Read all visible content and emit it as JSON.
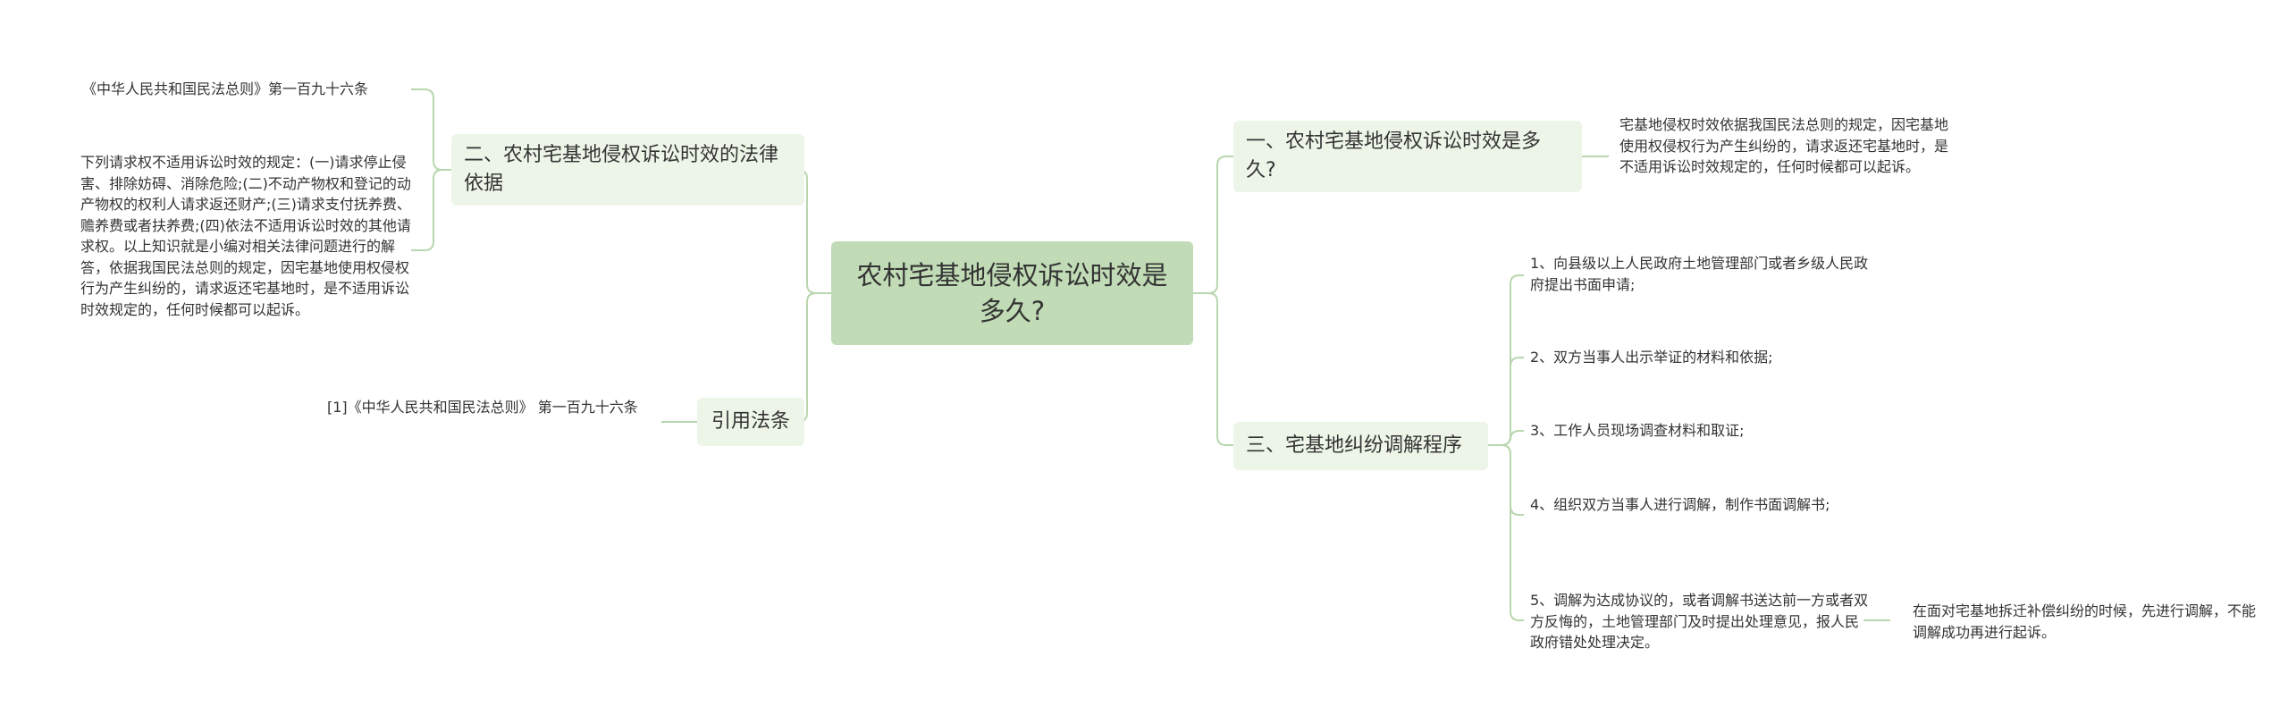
{
  "root": {
    "title": "农村宅基地侵权诉讼时效是多久?"
  },
  "branches": {
    "b1": {
      "label": "一、农村宅基地侵权诉讼时效是多久?"
    },
    "b2": {
      "label": "二、农村宅基地侵权诉讼时效的法律依据"
    },
    "b3": {
      "label": "三、宅基地纠纷调解程序"
    },
    "b4": {
      "label": "引用法条"
    }
  },
  "leaves": {
    "b1_text": "宅基地侵权时效依据我国民法总则的规定，因宅基地使用权侵权行为产生纠纷的，请求返还宅基地时，是不适用诉讼时效规定的，任何时候都可以起诉。",
    "b2_law": "《中华人民共和国民法总则》第一百九十六条",
    "b2_text": "下列请求权不适用诉讼时效的规定：(一)请求停止侵害、排除妨碍、消除危险;(二)不动产物权和登记的动产物权的权利人请求返还财产;(三)请求支付抚养费、赡养费或者扶养费;(四)依法不适用诉讼时效的其他请求权。以上知识就是小编对相关法律问题进行的解答，依据我国民法总则的规定，因宅基地使用权侵权行为产生纠纷的，请求返还宅基地时，是不适用诉讼时效规定的，任何时候都可以起诉。",
    "b4_ref": "[1]《中华人民共和国民法总则》 第一百九十六条",
    "b3_steps": [
      "1、向县级以上人民政府土地管理部门或者乡级人民政府提出书面申请;",
      "2、双方当事人出示举证的材料和依据;",
      "3、工作人员现场调查材料和取证;",
      "4、组织双方当事人进行调解，制作书面调解书;",
      "5、调解为达成协议的，或者调解书送达前一方或者双方反悔的，土地管理部门及时提出处理意见，报人民政府错处处理决定。"
    ],
    "b3_step5_note": "在面对宅基地拆迁补偿纠纷的时候，先进行调解，不能调解成功再进行起诉。"
  },
  "colors": {
    "root_fill": "#c0dbb5",
    "branch_fill": "#edf5e8",
    "connector": "#b9d7ae"
  }
}
